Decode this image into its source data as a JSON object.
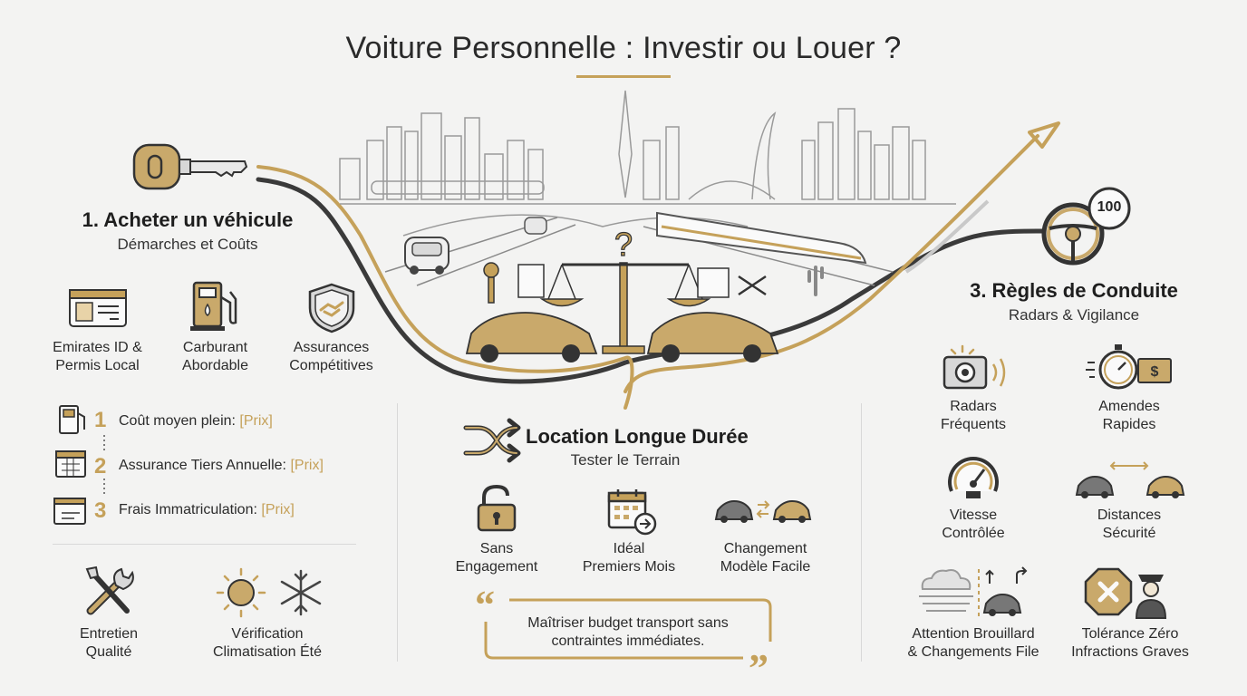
{
  "title": "Voiture Personnelle : Investir ou Louer ?",
  "section1": {
    "title": "1. Acheter un véhicule",
    "subtitle": "Démarches et Coûts",
    "items": [
      {
        "line1": "Emirates ID &",
        "line2": "Permis Local",
        "icon": "id-card-icon"
      },
      {
        "line1": "Carburant",
        "line2": "Abordable",
        "icon": "fuel-pump-icon"
      },
      {
        "line1": "Assurances",
        "line2": "Compétitives",
        "icon": "shield-handshake-icon"
      }
    ],
    "costs": [
      {
        "num": "1",
        "label": "Coût moyen plein:",
        "value": "[Prix]",
        "icon": "fuel-pump-icon"
      },
      {
        "num": "2",
        "label": "Assurance Tiers Annuelle:",
        "value": "[Prix]",
        "icon": "calendar-icon"
      },
      {
        "num": "3",
        "label": "Frais Immatriculation:",
        "value": "[Prix]",
        "icon": "documents-icon"
      }
    ],
    "maintenance": [
      {
        "line1": "Entretien",
        "line2": "Qualité",
        "icon": "tools-icon"
      },
      {
        "line1": "Vérification",
        "line2": "Climatisation Été",
        "icon": "sun-snowflake-icon"
      }
    ]
  },
  "section2": {
    "title": "Location Longue Durée",
    "subtitle": "Tester le Terrain",
    "items": [
      {
        "line1": "Sans",
        "line2": "Engagement",
        "icon": "unlocked-padlock-icon"
      },
      {
        "line1": "Idéal",
        "line2": "Premiers Mois",
        "icon": "calendar-arrow-icon"
      },
      {
        "line1": "Changement",
        "line2": "Modèle Facile",
        "icon": "car-swap-icon"
      }
    ],
    "quote_line1": "Maîtriser budget transport sans",
    "quote_line2": "contraintes immédiates."
  },
  "section3": {
    "title": "3. Règles de Conduite",
    "subtitle": "Radars & Vigilance",
    "badge": "100",
    "items": [
      {
        "line1": "Radars",
        "line2": "Fréquents",
        "icon": "speed-camera-icon"
      },
      {
        "line1": "Amendes",
        "line2": "Rapides",
        "icon": "stopwatch-money-icon"
      },
      {
        "line1": "Vitesse",
        "line2": "Contrôlée",
        "icon": "speedometer-icon"
      },
      {
        "line1": "Distances",
        "line2": "Sécurité",
        "icon": "car-distance-icon"
      },
      {
        "line1": "Attention Brouillard",
        "line2": "& Changements File",
        "icon": "fog-lane-icon"
      },
      {
        "line1": "Tolérance Zéro",
        "line2": "Infractions Graves",
        "icon": "stop-officer-icon"
      }
    ]
  },
  "colors": {
    "gold": "#c5a15a",
    "dark": "#3a3a3a",
    "background": "#f3f3f2"
  }
}
